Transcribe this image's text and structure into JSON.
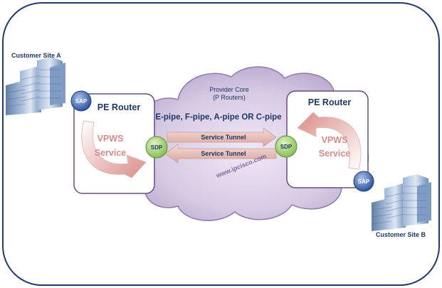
{
  "customer_site_a": "Customer Site A",
  "customer_site_b": "Customer Site B",
  "provider_core": {
    "line1": "Provider Core",
    "line2": "(P Routers)"
  },
  "pseudowire_types": "E-pipe, F-pipe, A-pipe OR C-pipe",
  "pe_router_left": {
    "title": "PE Router",
    "service_line1": "VPWS",
    "service_line2": "Service",
    "sap": "SAP",
    "sdp": "SDP"
  },
  "pe_router_right": {
    "title": "PE Router",
    "service_line1": "VPWS",
    "service_line2": "Service",
    "sap": "SAP",
    "sdp": "SDP"
  },
  "tunnel_top": "Service Tunnel",
  "tunnel_bottom": "Service Tunnel",
  "watermark": "www.ipcisco.com",
  "colors": {
    "frame": "#223a6a",
    "cloud_fill": "#c9bad9",
    "cloud_stroke": "#8e7bab",
    "router_stroke": "#6a4b84",
    "service_text": "#d78a8a",
    "sap_fill": "#3d66b3",
    "sdp_fill": "#9bcf6b",
    "tunnel_fill": "#e8c2bc",
    "label_text": "#1f3864"
  }
}
